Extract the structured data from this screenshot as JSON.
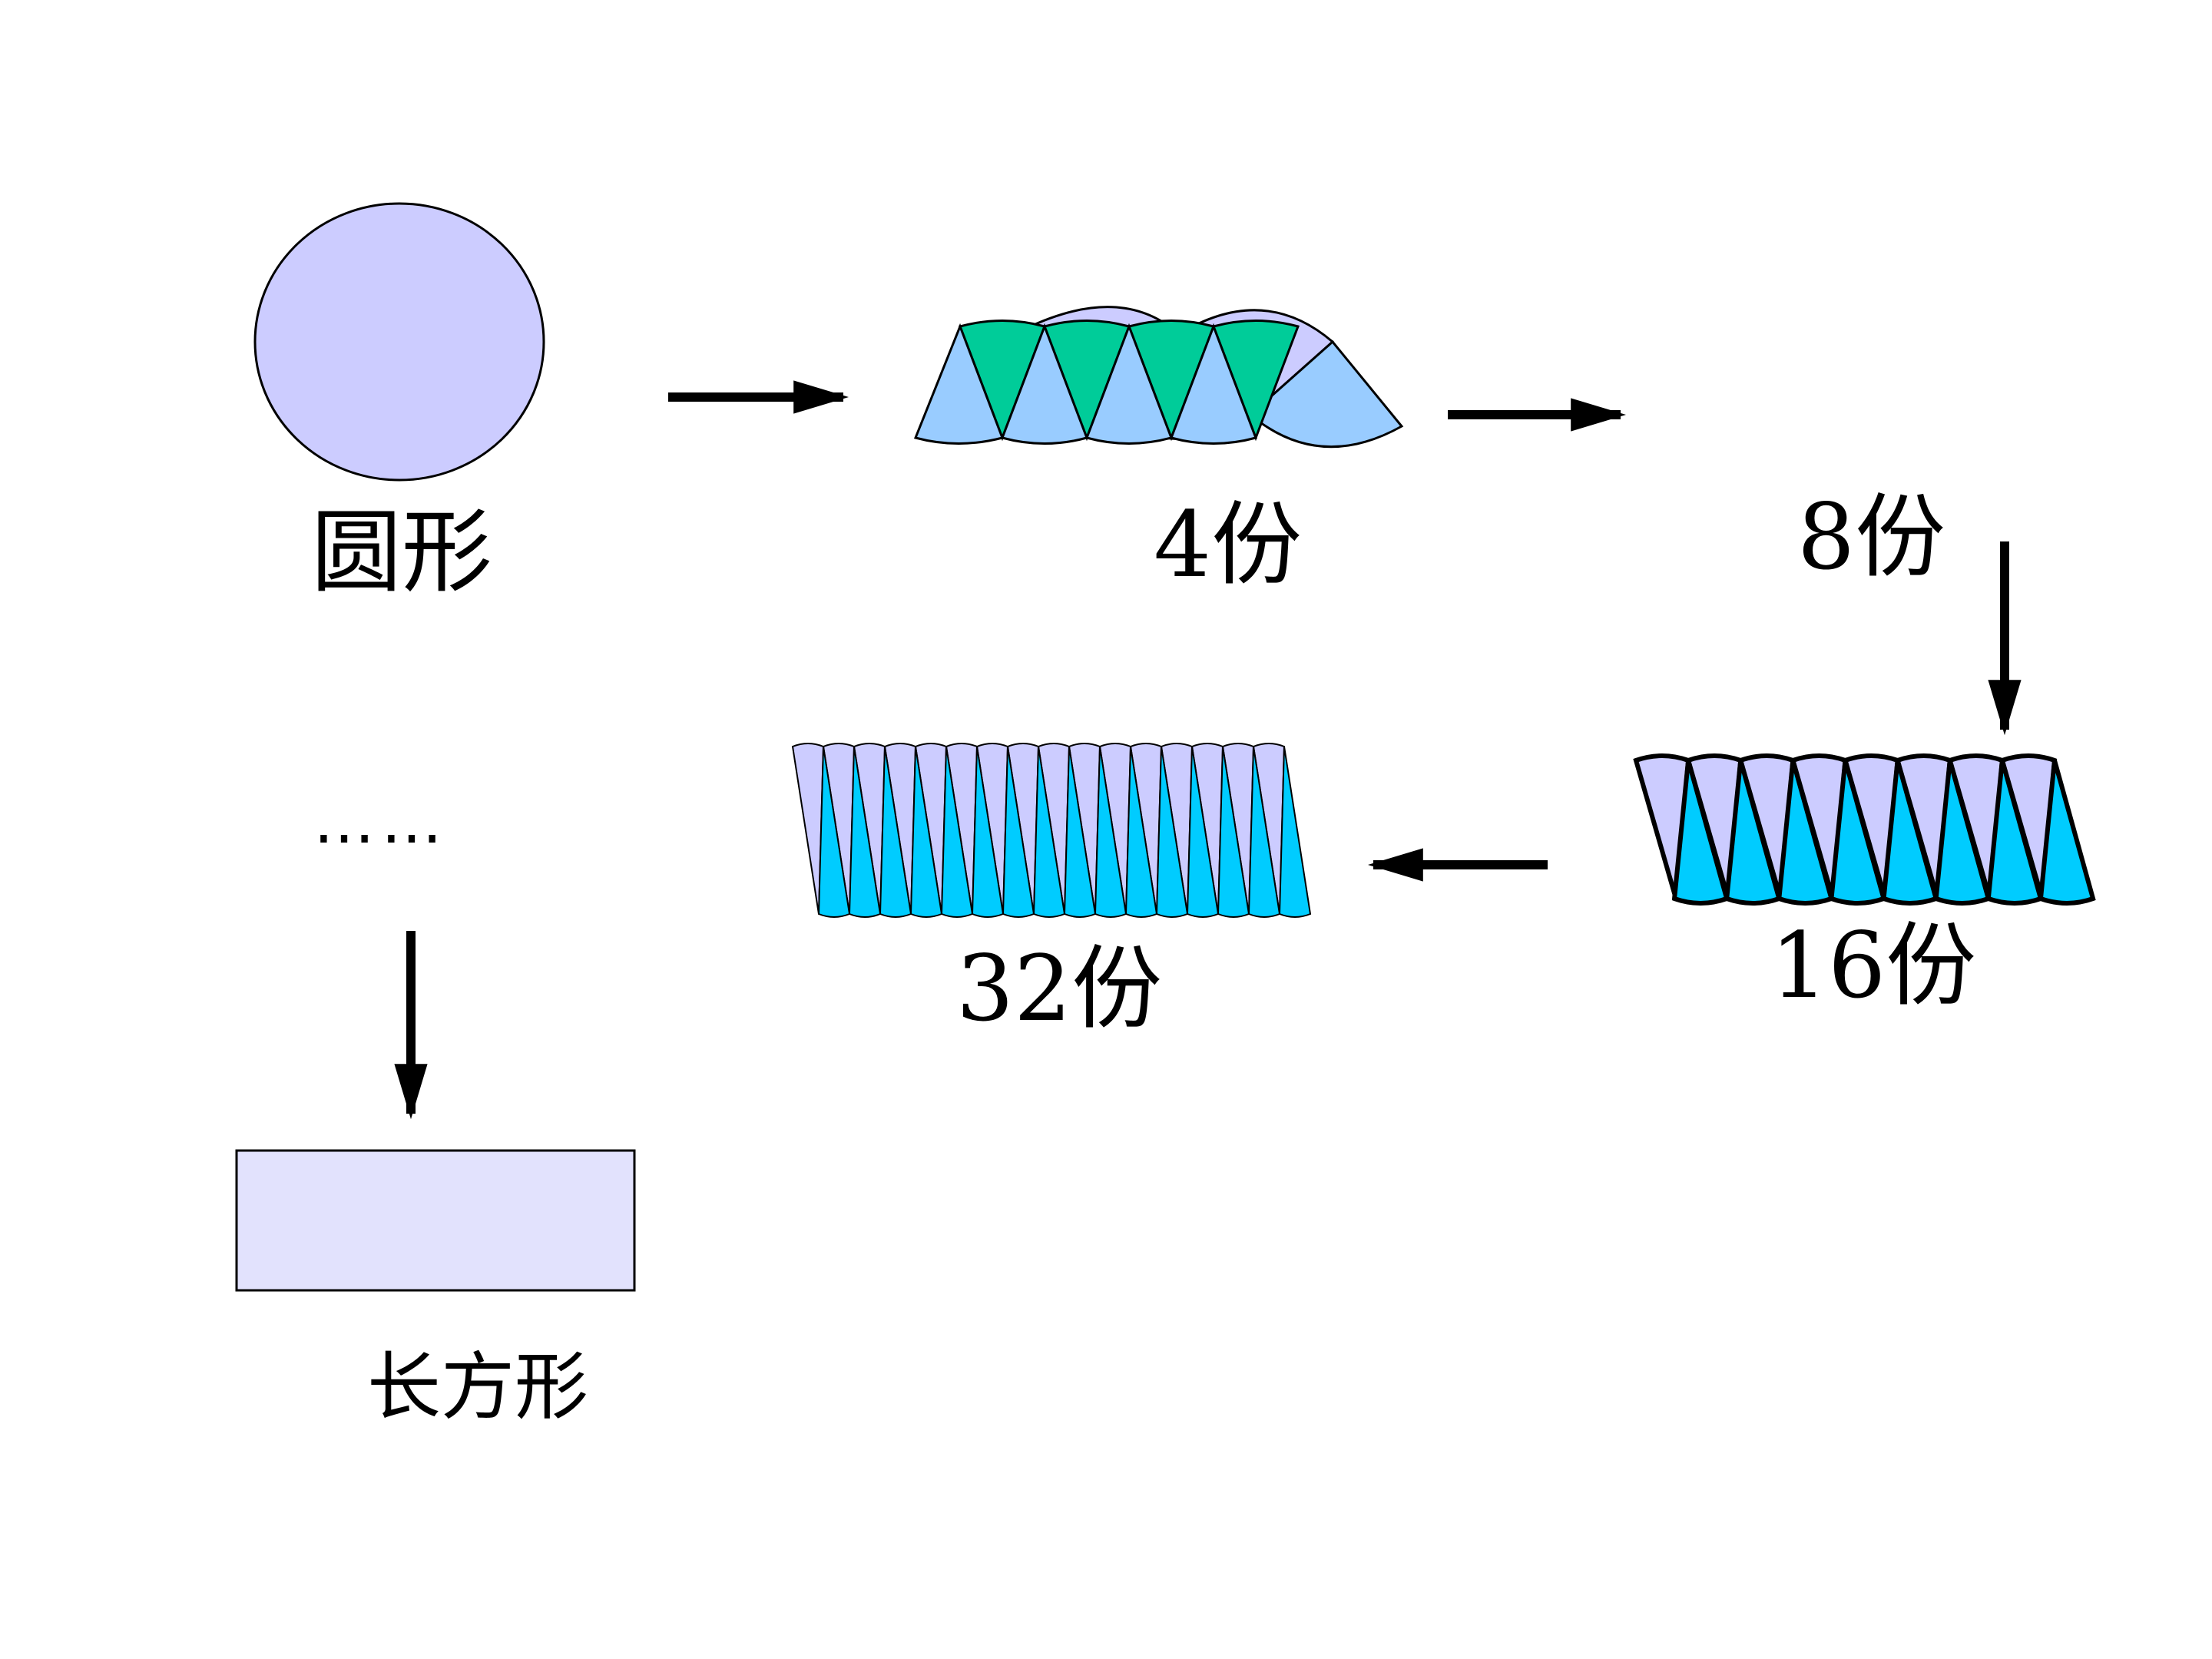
{
  "labels": {
    "circle": "圆形",
    "four": "4份",
    "eight": "8份",
    "sixteen": "16份",
    "thirtytwo": "32份",
    "ellipsis": "……",
    "rectangle": "长方形"
  },
  "colors": {
    "circle_fill": "#ccccff",
    "upper_sector": "#ccccff",
    "lower_sector": "#99ccff",
    "eight_upper": "#00cc99",
    "sixteen_lower": "#00ccff",
    "rect_fill": "#e2e2fd",
    "stroke": "#000000"
  }
}
